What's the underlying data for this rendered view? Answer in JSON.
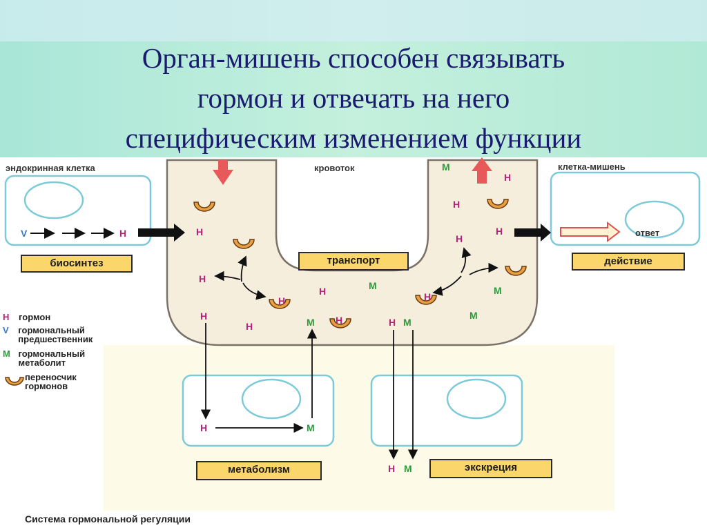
{
  "slide": {
    "title_lines": [
      "Орган-мишень способен связывать",
      "гормон и отвечать на него",
      "специфическим изменением функции"
    ]
  },
  "labels": {
    "endocrine_cell": "эндокринная клетка",
    "bloodstream": "кровоток",
    "target_cell": "клетка-мишень",
    "response": "ответ",
    "footer": "Система гормональной регуляции"
  },
  "boxes": {
    "biosynthesis": "биосинтез",
    "transport": "транспорт",
    "action": "действие",
    "metabolism": "метаболизм",
    "excretion": "экскреция"
  },
  "legend": {
    "hormone_symbol": "H",
    "hormone": "гормон",
    "precursor_symbol": "V",
    "precursor_line1": "гормональный",
    "precursor_line2": "предшественник",
    "metabolite_symbol": "M",
    "metabolite_line1": "гормональный",
    "metabolite_line2": "метаболит",
    "carrier_line1": "переносчик",
    "carrier_line2": "гормонов"
  },
  "symbols": {
    "H": "H",
    "M": "M",
    "V": "V"
  },
  "colors": {
    "hormone": "#b5227b",
    "metabolite": "#2a9a3a",
    "precursor": "#3a7ad0",
    "label_box": "#fbd66a",
    "carrier": "#e8a040",
    "bloodstream": "#f6eedd",
    "cell_outline": "#7ccad8",
    "signal_arrow": "#e05050",
    "title": "#1a1a6e",
    "header_band": "#b6ecd8"
  }
}
